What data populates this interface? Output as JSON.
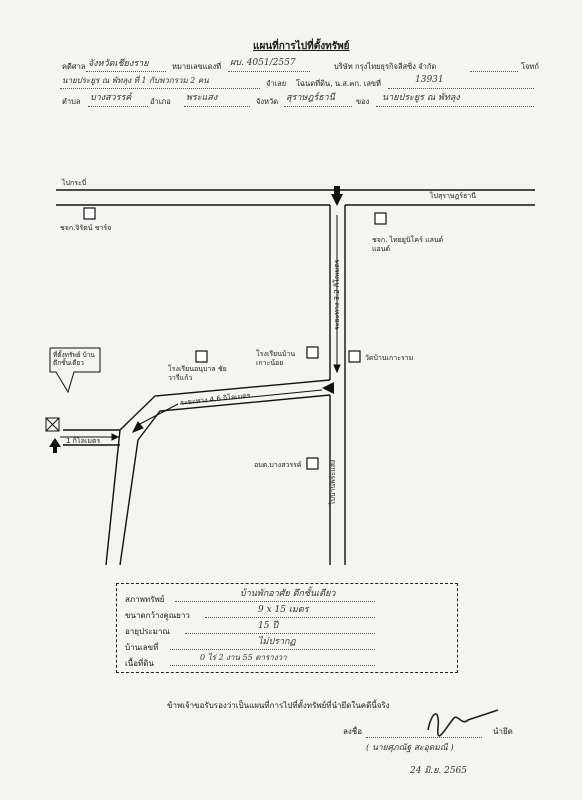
{
  "header": {
    "title": "แผนที่การไปที่ตั้งทรัพย์",
    "court_label": "คดีศาล",
    "court_value": "จังหวัดเชียงราย",
    "case_no_label": "หมายเลขแดงที่",
    "case_no_value": "ผบ. 4051/2557",
    "plaintiff": "บริษัท กรุงไทยธุรกิจลีสซิ่ง จำกัด",
    "plaintiff_role": "โจทก์",
    "defendant_value": "นายประยูร ณ พัทลุง ที่ 1 กับพวกรวม 2 คน",
    "defendant_role": "จำเลย",
    "deed_label": "โฉนดที่ดิน, น.ส.๓ก. เลขที่",
    "deed_value": "13931",
    "subdistrict_label": "ตำบล",
    "subdistrict_value": "บางสวรรค์",
    "district_label": "อำเภอ",
    "district_value": "พระแสง",
    "province_label": "จังหวัด",
    "province_value": "สุราษฎร์ธานี",
    "owner_label": "ของ",
    "owner_value": "นายประยูร ณ พัทลุง"
  },
  "map": {
    "road_top_left": "ไปกระบี่",
    "road_top_right": "ไปสุราษฎร์ธานี",
    "road_bottom": "ไปบ้านพระแสง",
    "road_vertical": "ระยะทาง 3.2 กิโลเมตร",
    "road_diag": "ระยะทาง 4.6 กิโลเมตร",
    "dist_short": "1 กิโลเมตร",
    "landmarks": [
      {
        "name": "ชจก.จิรัตน์ ชาร์จ"
      },
      {
        "name": "ชจก. ไทยยูนิโคร์ แลนด์แอนด์"
      },
      {
        "name": "โรงเรียนบ้าน เกาะน้อย"
      },
      {
        "name": "วัดบ้านเกาะราม"
      },
      {
        "name": "โรงเรียนอนุบาล ชัยวารีแก้ว"
      },
      {
        "name": "อบต.บางสวรรค์"
      }
    ],
    "property_callout": "ที่ตั้งทรัพย์ บ้านตึกชั้นเดียว"
  },
  "property": {
    "type_label": "สภาพทรัพย์",
    "type_value": "บ้านพักอาศัย ตึกชั้นเดียว",
    "size_label": "ขนาดกว้างคูณยาว",
    "size_value": "9 x 15 เมตร",
    "age_label": "อายุประมาณ",
    "age_value": "15 ปี",
    "house_no_label": "บ้านเลขที่",
    "house_no_value": "ไม่ปรากฏ",
    "area_label": "เนื้อที่ดิน",
    "area_value": "0 ไร่ 2 งาน 55 ตารางวา"
  },
  "certification": {
    "statement": "ข้าพเจ้าขอรับรองว่าเป็นแผนที่การไปที่ตั้งทรัพย์ที่นำยึดในคดีนี้จริง",
    "sign_label": "ลงชื่อ",
    "sign_role": "นำยึด",
    "signer_name": "( นายศุภณัฐ สะอุดมณี )",
    "date": "24 มิ.ย. 2565"
  }
}
